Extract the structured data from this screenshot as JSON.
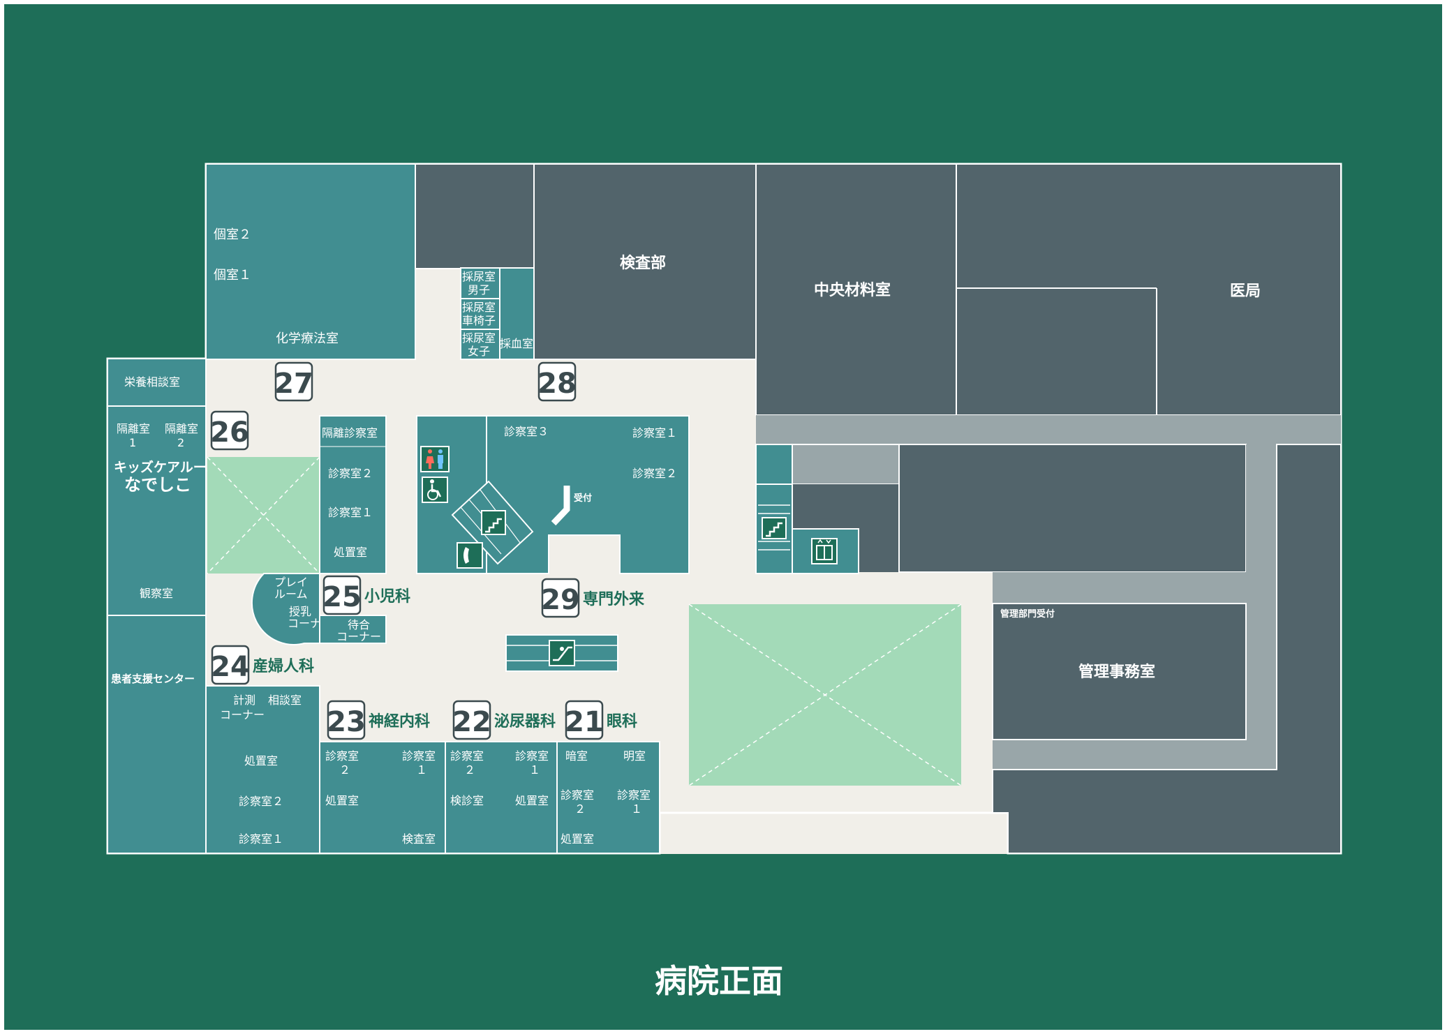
{
  "colors": {
    "background": "#1e6e58",
    "teal_room": "#418e91",
    "gray_room": "#52646b",
    "corridor": "#f1efe9",
    "light_gray": "#99a6a9",
    "void_green": "#a3dab8",
    "text_green": "#1e6e58",
    "badge_text": "#3b4a4e",
    "outline": "#ffffff"
  },
  "rooms": {
    "kojitsu2": "個室２",
    "kojitsu1": "個室１",
    "chemo": "化学療法室",
    "saiyo_male": [
      "採尿室",
      "男子"
    ],
    "saiyo_wc": [
      "採尿室",
      "車椅子"
    ],
    "saiyo_female": [
      "採尿室",
      "女子"
    ],
    "saiketsu": "採血室",
    "kensa": "検査部",
    "chuo": "中央材料室",
    "ikyoku": "医局",
    "eiyo": "栄養相談室",
    "kakuri1": [
      "隔離室",
      "1"
    ],
    "kakuri2": [
      "隔離室",
      "2"
    ],
    "kids": [
      "キッズケアルーム",
      "なでしこ"
    ],
    "kansatsu": "観察室",
    "kanja": "患者支援センター",
    "p_kakuri_shinsatsu": "隔離診察室",
    "p_shinsatsu2": "診察室２",
    "p_shinsatsu1": "診察室１",
    "p_shochi": "処置室",
    "play": [
      "プレイ",
      "ルーム"
    ],
    "junyu": [
      "授乳",
      "コーナー"
    ],
    "machiai": [
      "待合",
      "コーナー"
    ],
    "s_shinsatsu3": "診察室３",
    "s_shinsatsu1": "診察室１",
    "s_shinsatsu2": "診察室２",
    "uketsuke": "受付",
    "sanfu_keisoku": [
      "計測",
      "コーナー"
    ],
    "sanfu_sodan": "相談室",
    "sanfu_shochi": "処置室",
    "sanfu_shinsatsu2": "診察室２",
    "sanfu_shinsatsu1": "診察室１",
    "n_shinsatsu2": [
      "診察室",
      "２"
    ],
    "n_shinsatsu1": [
      "診察室",
      "１"
    ],
    "n_shochi": "処置室",
    "n_kensa": "検査室",
    "u_shinsatsu2": [
      "診察室",
      "２"
    ],
    "u_shinsatsu1": [
      "診察室",
      "１"
    ],
    "u_kenshin": "検診室",
    "u_shochi": "処置室",
    "e_anshitsu": "暗室",
    "e_meishitsu": "明室",
    "e_shinsatsu2": [
      "診察室",
      "２"
    ],
    "e_shinsatsu1": [
      "診察室",
      "１"
    ],
    "e_shochi": "処置室",
    "kanri_uketsuke": "管理部門受付",
    "kanri_jimu": "管理事務室"
  },
  "departments": [
    {
      "number": "27",
      "name": ""
    },
    {
      "number": "28",
      "name": ""
    },
    {
      "number": "26",
      "name": ""
    },
    {
      "number": "25",
      "name": "小児科"
    },
    {
      "number": "29",
      "name": "専門外来"
    },
    {
      "number": "24",
      "name": "産婦人科"
    },
    {
      "number": "23",
      "name": "神経内科"
    },
    {
      "number": "22",
      "name": "泌尿器科"
    },
    {
      "number": "21",
      "name": "眼科"
    }
  ],
  "icons": [
    "restroom-icon",
    "wheelchair-icon",
    "stairs-icon",
    "telephone-icon",
    "elevator-icon",
    "escalator-icon"
  ],
  "footer": {
    "label": "病院正面"
  }
}
